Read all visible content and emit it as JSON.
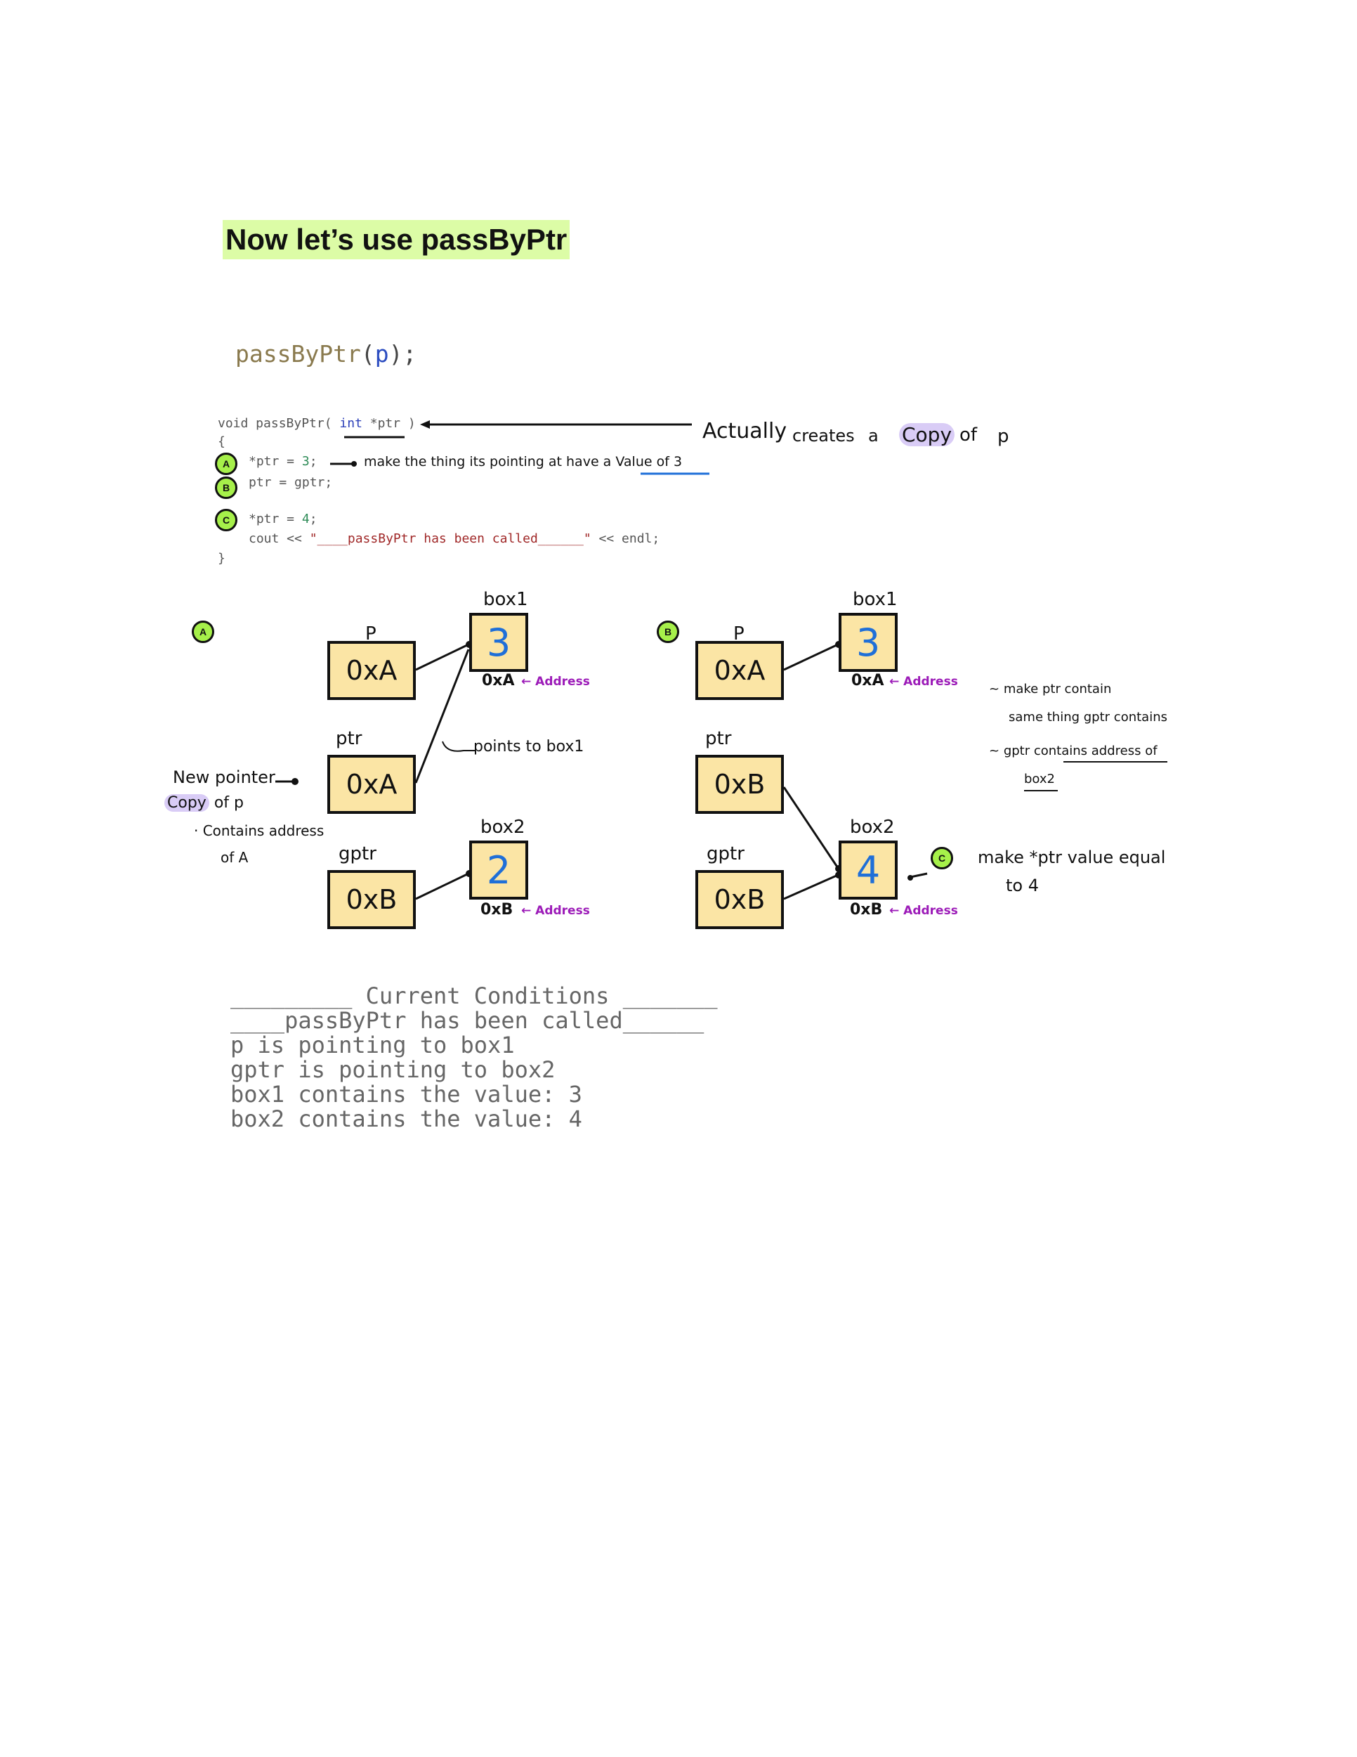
{
  "heading": "Now let’s use passByPtr",
  "call_line": {
    "func": "passByPtr",
    "open": "(",
    "arg": "p",
    "close": ");"
  },
  "code": {
    "signature_pre": "void passByPtr( ",
    "signature_kw": "int",
    "signature_post": " *ptr )",
    "open_brace": "{",
    "line_a_pre": "*ptr = ",
    "line_a_num": "3",
    "line_a_post": ";",
    "line_b": "ptr = gptr;",
    "line_c_pre": "*ptr = ",
    "line_c_num": "4",
    "line_c_post": ";",
    "line_cout_pre": "cout << ",
    "line_cout_str": "\"____passByPtr has been called______\"",
    "line_cout_post": " << endl;",
    "close_brace": "}"
  },
  "markers": {
    "a": "A",
    "b": "B",
    "c": "C"
  },
  "annotations": {
    "actually_creates": "Actually",
    "creates": "creates",
    "a_word": "a",
    "copy": "Copy",
    "of": "of",
    "p": "p",
    "make_thing_pre": "make the thing its pointing at have a",
    "make_thing_value": "Value of 3",
    "points_to_box1": "points to box1",
    "new_pointer": "New pointer",
    "copy_of": "Copy",
    "of_p": "of  p",
    "contains_address": "· Contains address",
    "of_a": "of A",
    "b_note_1": "make  ptr  contain",
    "b_note_2": "same thing gptr contains",
    "b_note_3_pre": "gptr",
    "b_note_3": "contains address of",
    "b_note_4": "box2",
    "c_note_1": "make *ptr  value equal",
    "c_note_2": "to  4"
  },
  "diagram_a": {
    "p_label": "P",
    "p_value": "0xA",
    "ptr_label": "ptr",
    "ptr_value": "0xA",
    "gptr_label": "gptr",
    "gptr_value": "0xB",
    "box1_label": "box1",
    "box1_value": "3",
    "box1_addr": "0xA",
    "box2_label": "box2",
    "box2_value": "2",
    "box2_addr": "0xB",
    "address_label": "← Address"
  },
  "diagram_b": {
    "p_label": "P",
    "p_value": "0xA",
    "ptr_label": "ptr",
    "ptr_value": "0xB",
    "gptr_label": "gptr",
    "gptr_value": "0xB",
    "box1_label": "box1",
    "box1_value": "3",
    "box1_addr": "0xA",
    "box2_label": "box2",
    "box2_value": "4",
    "box2_addr": "0xB",
    "address_label": "← Address"
  },
  "terminal_output": [
    "_________ Current Conditions _______",
    "____passByPtr has been called______",
    "p is pointing to box1",
    "gptr is pointing to box2",
    "box1 contains the value: 3",
    "box2 contains the value: 4"
  ],
  "colors": {
    "highlight": "#dcfca6",
    "box_fill": "#fbe5a5",
    "value_blue": "#1f6fd8",
    "address_purple": "#9c1bb8",
    "marker_green": "#a6f04a"
  }
}
